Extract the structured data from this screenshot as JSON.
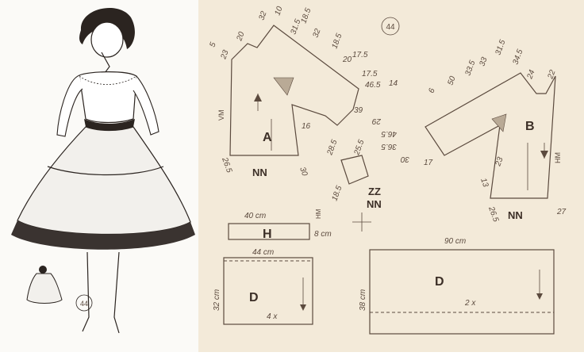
{
  "figure": {
    "number": "44"
  },
  "pieces": {
    "A": {
      "letter": "A",
      "code": "NN",
      "grain": "VM"
    },
    "B": {
      "letter": "B",
      "code": "NN",
      "grain": "HM"
    },
    "small": {
      "code_top": "ZZ",
      "code_bottom": "NN"
    },
    "H": {
      "letter": "H",
      "width": "40 cm",
      "height": "8 cm",
      "grain": "HM"
    },
    "D1": {
      "letter": "D",
      "width": "44 cm",
      "height": "32 cm",
      "count": "4 x"
    },
    "D2": {
      "letter": "D",
      "width": "90 cm",
      "height": "38 cm",
      "count": "2 x"
    }
  },
  "measurements": {
    "front": [
      "5",
      "23",
      "20",
      "32",
      "10",
      "31.5",
      "18.5",
      "32",
      "18.5",
      "20",
      "17.5",
      "17.5",
      "46.5",
      "14",
      "39",
      "16",
      "30",
      "26.5"
    ],
    "back": [
      "6",
      "50",
      "33.5",
      "33",
      "31.5",
      "34.5",
      "24",
      "22",
      "27",
      "26.5",
      "13",
      "23",
      "46.5",
      "30",
      "17",
      "29",
      "36.5"
    ],
    "small": [
      "28.5",
      "25.5",
      "18.5"
    ]
  }
}
